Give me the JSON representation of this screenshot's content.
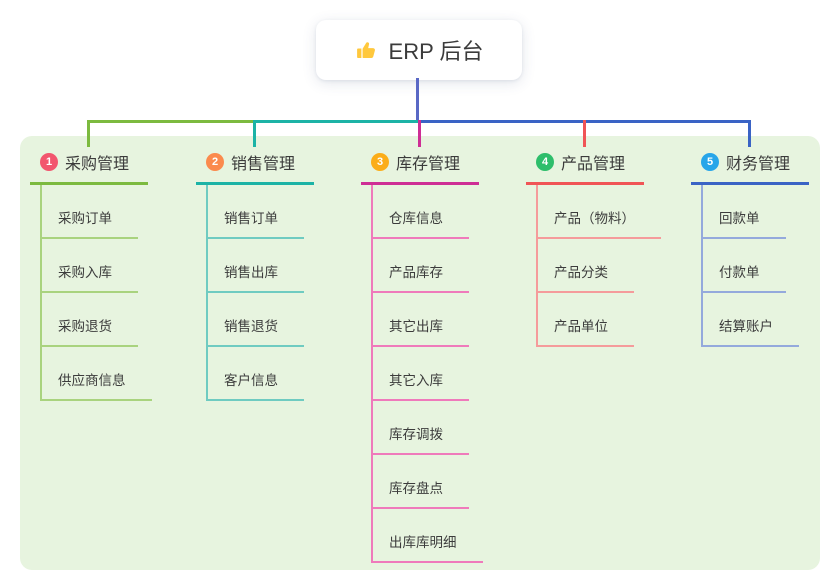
{
  "root": {
    "icon": "thumbs-up-icon",
    "label": "ERP 后台"
  },
  "canvas": {
    "background": "#FFFFFF",
    "panel_color": "#E7F4DF",
    "text_color": "#3B3B3B",
    "stem_color": "#5968C5"
  },
  "branches": [
    {
      "number": "1",
      "label": "采购管理",
      "badge_color": "#F2566E",
      "line_color": "#7CBA3F",
      "sub_line_color": "#A9D37E",
      "children": [
        "采购订单",
        "采购入库",
        "采购退货",
        "供应商信息"
      ]
    },
    {
      "number": "2",
      "label": "销售管理",
      "badge_color": "#FB8A4D",
      "line_color": "#1CB3A6",
      "sub_line_color": "#6FCBC1",
      "children": [
        "销售订单",
        "销售出库",
        "销售退货",
        "客户信息"
      ]
    },
    {
      "number": "3",
      "label": "库存管理",
      "badge_color": "#FBAD18",
      "line_color": "#CE2E95",
      "sub_line_color": "#EF7ABB",
      "children": [
        "仓库信息",
        "产品库存",
        "其它出库",
        "其它入库",
        "库存调拨",
        "库存盘点",
        "出库库明细"
      ]
    },
    {
      "number": "4",
      "label": "产品管理",
      "badge_color": "#2EBE6B",
      "line_color": "#F05456",
      "sub_line_color": "#F59B9B",
      "children": [
        "产品（物料）",
        "产品分类",
        "产品单位"
      ]
    },
    {
      "number": "5",
      "label": "财务管理",
      "badge_color": "#27A5E9",
      "line_color": "#3A63C5",
      "sub_line_color": "#94A9DC",
      "children": [
        "回款单",
        "付款单",
        "结算账户"
      ]
    }
  ]
}
